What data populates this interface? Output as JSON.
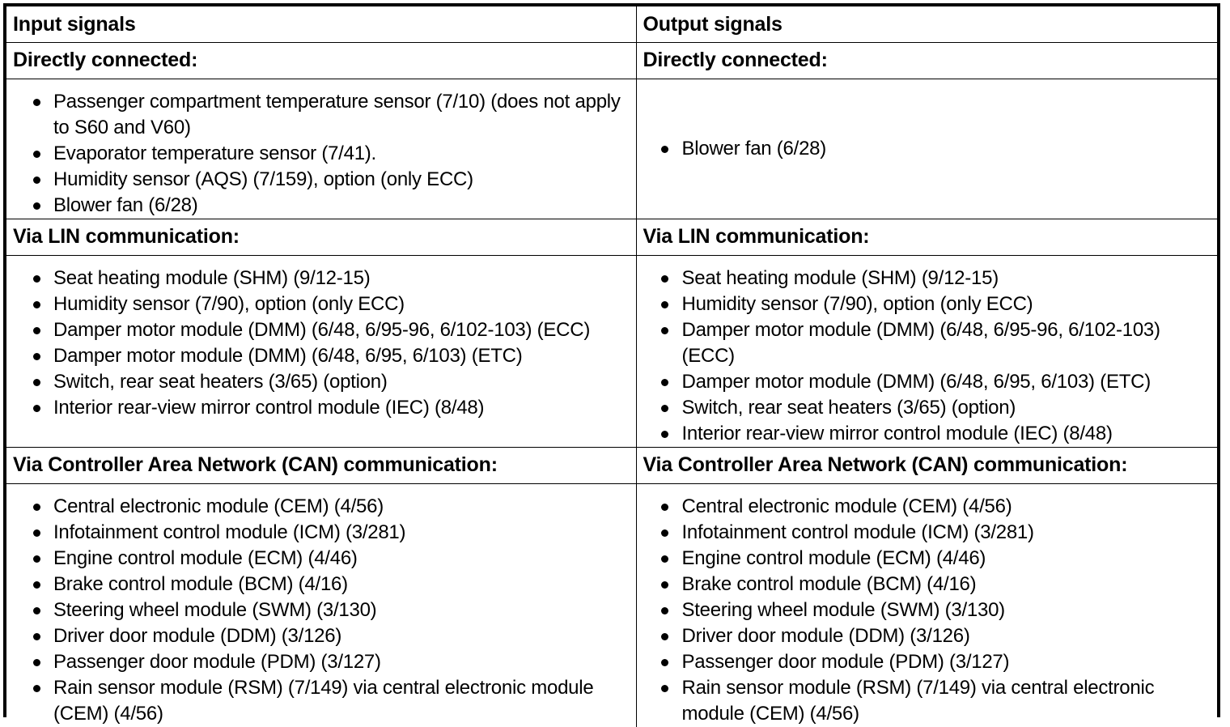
{
  "table": {
    "columns": [
      {
        "header": "Input signals"
      },
      {
        "header": "Output signals"
      }
    ],
    "sections": [
      {
        "id": "directly-connected",
        "heading_left": "Directly connected:",
        "heading_right": "Directly connected:",
        "left_items": [
          "Passenger compartment temperature sensor (7/10) (does not apply to S60 and V60)",
          "Evaporator temperature sensor (7/41).",
          "Humidity sensor (AQS) (7/159), option (only ECC)",
          "Blower fan (6/28)"
        ],
        "right_items": [
          "Blower fan (6/28)"
        ]
      },
      {
        "id": "lin-communication",
        "heading_left": "Via LIN communication:",
        "heading_right": "Via LIN communication:",
        "left_items": [
          "Seat heating module (SHM) (9/12-15)",
          "Humidity sensor (7/90), option (only ECC)",
          "Damper motor module (DMM) (6/48, 6/95-96, 6/102-103) (ECC)",
          "Damper motor module (DMM) (6/48, 6/95, 6/103) (ETC)",
          "Switch, rear seat heaters (3/65) (option)",
          "Interior rear-view mirror control module (IEC) (8/48)"
        ],
        "right_items": [
          "Seat heating module (SHM) (9/12-15)",
          "Humidity sensor (7/90), option (only ECC)",
          "Damper motor module (DMM) (6/48, 6/95-96, 6/102-103) (ECC)",
          "Damper motor module (DMM) (6/48, 6/95, 6/103) (ETC)",
          "Switch, rear seat heaters (3/65) (option)",
          "Interior rear-view mirror control module (IEC) (8/48)"
        ]
      },
      {
        "id": "can-communication",
        "heading_left": "Via Controller Area Network (CAN) communication:",
        "heading_right": "Via Controller Area Network (CAN) communication:",
        "left_items": [
          "Central electronic module (CEM) (4/56)",
          "Infotainment control module (ICM) (3/281)",
          "Engine control module (ECM) (4/46)",
          "Brake control module (BCM) (4/16)",
          "Steering wheel module (SWM) (3/130)",
          "Driver door module (DDM) (3/126)",
          "Passenger door module (PDM) (3/127)",
          "Rain sensor module (RSM) (7/149) via central electronic module (CEM) (4/56)"
        ],
        "right_items": [
          "Central electronic module (CEM) (4/56)",
          "Infotainment control module (ICM) (3/281)",
          "Engine control module (ECM) (4/46)",
          "Brake control module (BCM) (4/16)",
          "Steering wheel module (SWM) (3/130)",
          "Driver door module (DDM) (3/126)",
          "Passenger door module (PDM) (3/127)",
          "Rain sensor module (RSM) (7/149) via central electronic module (CEM) (4/56)"
        ]
      }
    ]
  },
  "colors": {
    "border": "#000000",
    "text": "#000000",
    "background": "#ffffff"
  }
}
